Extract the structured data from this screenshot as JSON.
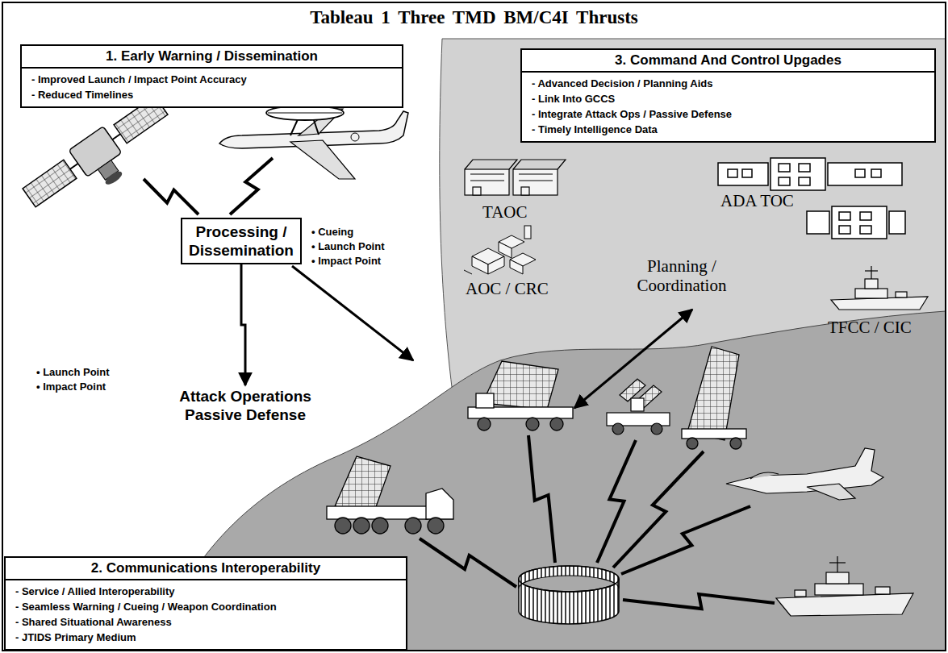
{
  "diagram": {
    "title": "Tableau 1 Three TMD BM/C4I Thrusts",
    "nodes": [
      {
        "text": [
          "1. Early Warning / Dissemination",
          "- Improved Launch / Impact Point Accuracy",
          "- Reduced Timelines"
        ]
      },
      {
        "text": [
          "Processing / Dissemination"
        ]
      },
      {
        "text": [
          "Attack Operations Passive Defense"
        ]
      },
      {
        "text": [
          "3. Command And Control Upgades",
          "- Advanced Decision / Planning Aids",
          "- Link Into GCCS",
          "- Integrate Attack Ops / Passive Defense",
          "- Timely Intelligence Data"
        ]
      },
      {
        "text": [
          "2. Communications Interoperability",
          "- Service / Allied Interoperability",
          "- Seamless Warning / Cueing / Weapon Coordination",
          "- Shared Situational Awareness",
          "- JTIDS Primary Medium"
        ]
      }
    ],
    "edges": [
      {
        "from": 1,
        "to": 2,
        "arrow": "to"
      }
    ],
    "labels": [
      "TAOC",
      "ADA TOC",
      "Planning / Coordination",
      "AOC / CRC",
      "TFCC / CIC",
      "• Cueing",
      "• Launch Point",
      "• Impact Point",
      "• Launch Point",
      "• Impact Point"
    ]
  }
}
